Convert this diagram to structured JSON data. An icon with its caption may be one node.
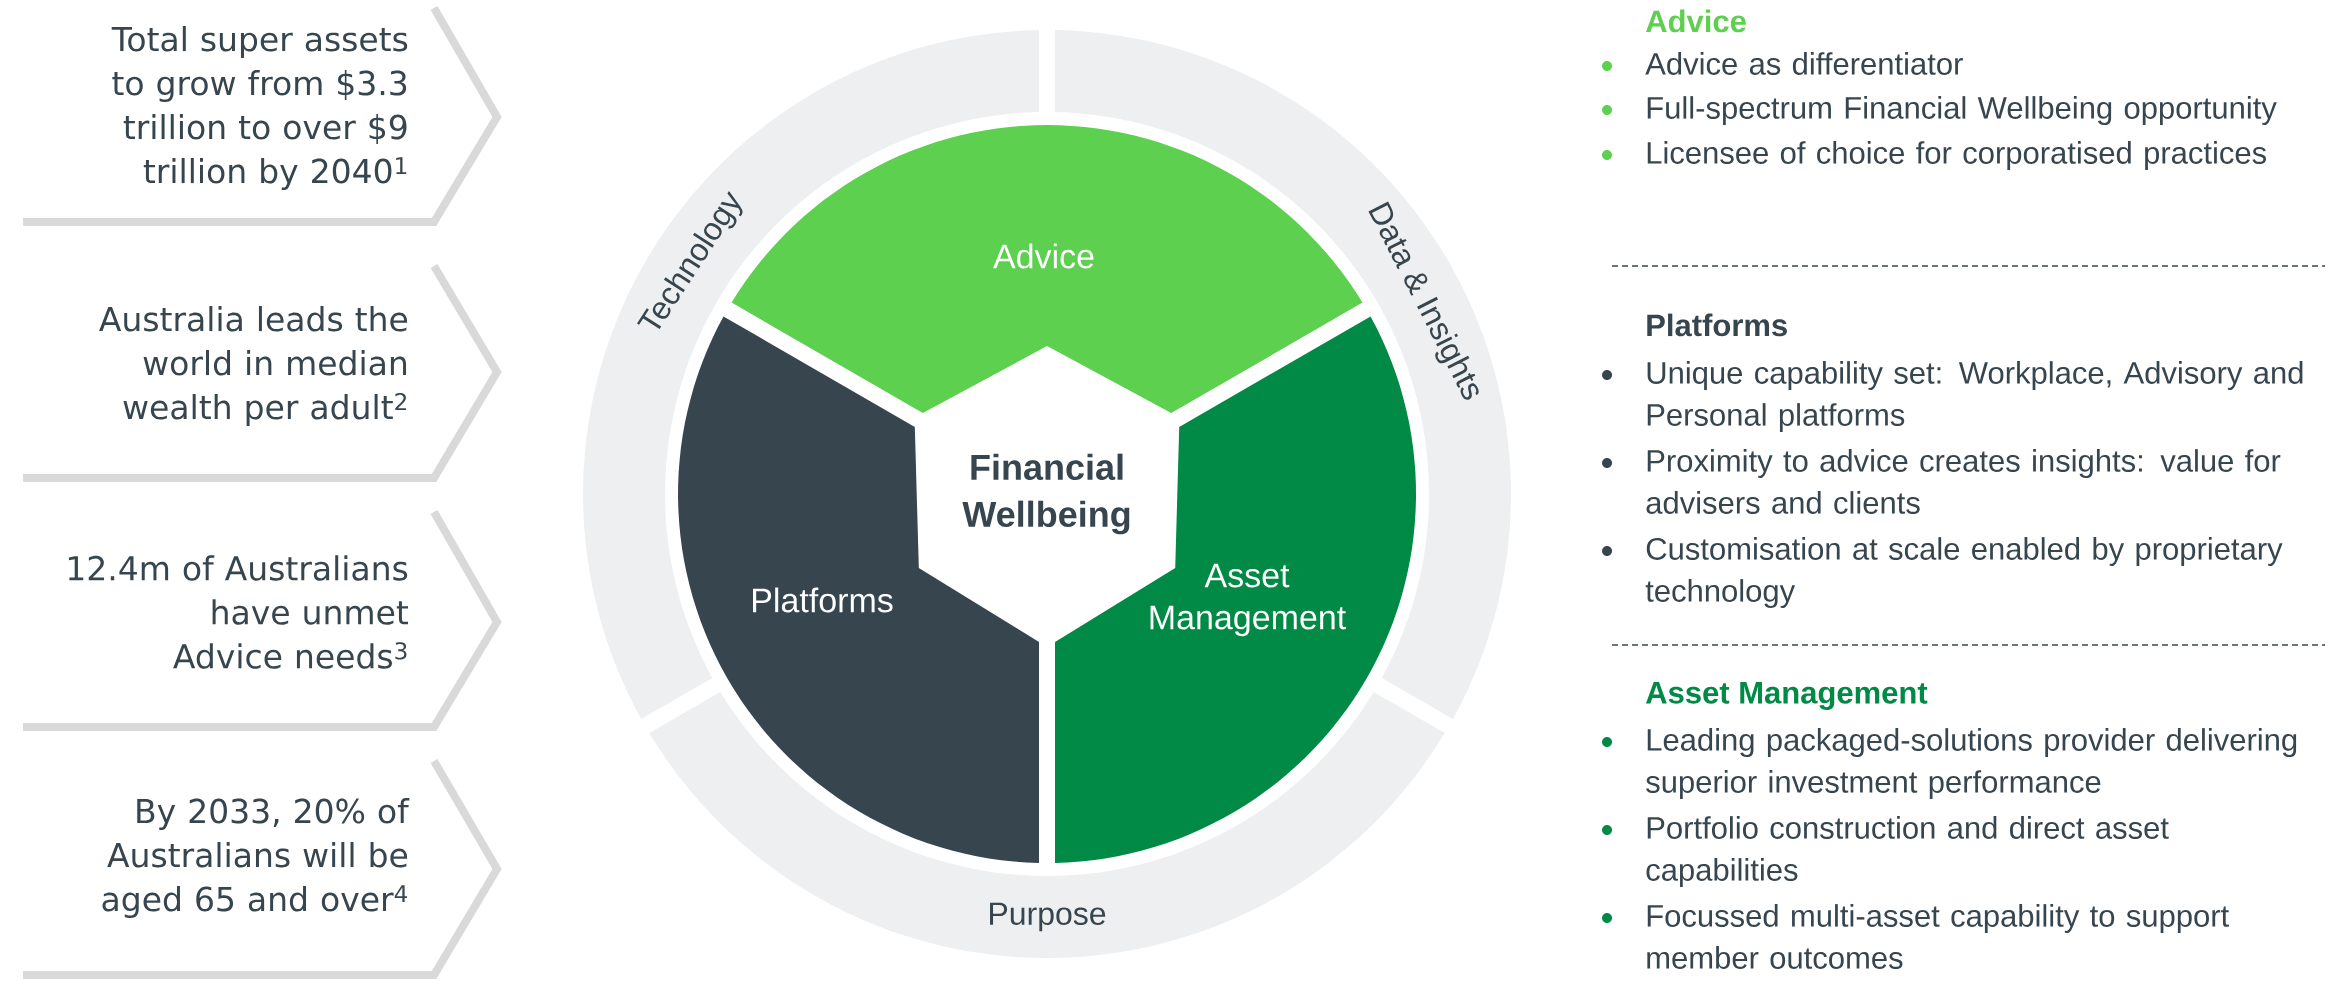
{
  "diagram": {
    "nodes": [
      {
        "text": [
          "Total super assets to grow from $3.3 trillion to over $9 trillion by 2040$^{1}$"
        ]
      },
      {
        "text": [
          "Australia leads the world in median wealth per adult$^{2}$"
        ]
      },
      {
        "text": [
          "12.4m of Australians have unmet Advice needs$^{3}$"
        ]
      },
      {
        "text": [
          "By 2033, 20% of Australians will be aged 65 and over$^{4}$"
        ]
      },
      {
        "text": [
          "Financial Wellbeing"
        ]
      },
      {
        "text": [
          "Advice"
        ]
      },
      {
        "text": [
          "Platforms"
        ]
      },
      {
        "text": [
          "Asset Management"
        ]
      },
      {
        "text": [
          "Technology"
        ]
      },
      {
        "text": [
          "Data & Insights"
        ]
      },
      {
        "text": [
          "Purpose"
        ]
      }
    ],
    "labels": [
      "Advice",
      "Advice as differentiator",
      "Full-spectrum Financial Wellbeing opportunity",
      "Licensee of choice for corporatised practices",
      "Platforms",
      "Unique capability set: Workplace, Advisory and Personal platforms",
      "Proximity to advice creates insights: value for advisers and clients",
      "Customisation at scale enabled by proprietary technology",
      "Asset Management",
      "Leading packaged-solutions provider delivering superior investment performance",
      "Portfolio construction and direct asset capabilities",
      "Focussed multi-asset capability to support member outcomes"
    ]
  }
}
